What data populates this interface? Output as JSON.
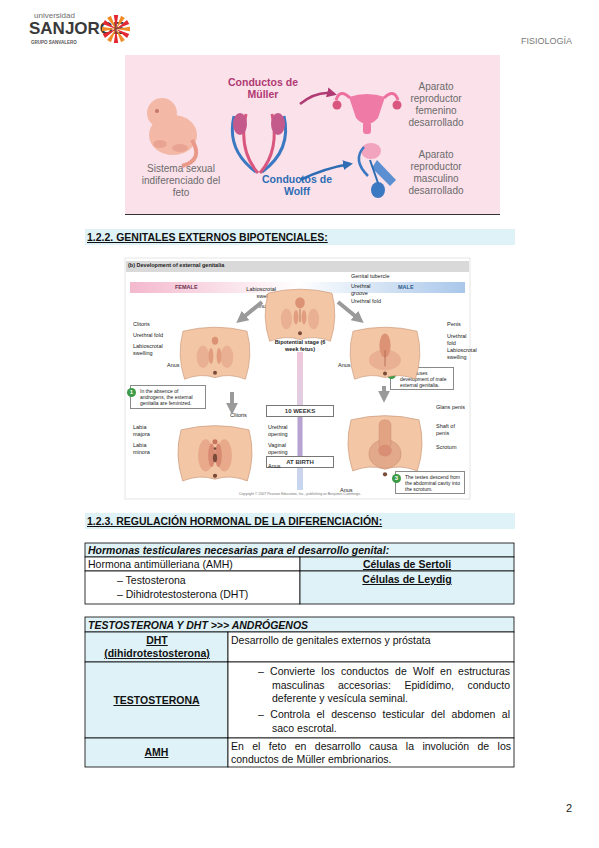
{
  "diagram": {
    "nodes": [
      {
        "text": [
          "Conductos de Müller",
          "Aparato reproductor femenino desarrollado",
          "Sistema sexual indiferenciado del feto",
          "Conductos de Wolff",
          "Aparato reproductor masculino desarrollado"
        ]
      },
      {
        "text": [
          "1.2.2. GENITALES EXTERNOS BIPOTENCIALES:"
        ]
      },
      {
        "text": [
          "1",
          "In the absence of androgens, the external genitalia are feminized."
        ]
      },
      {
        "text": [
          "2",
          "DHT causes development of male external genitalia."
        ]
      },
      {
        "text": [
          "10 WEEKS"
        ]
      },
      {
        "text": [
          "AT BIRTH"
        ]
      },
      {
        "text": [
          "3",
          "The testes descend from the abdominal cavity into the scrotum."
        ]
      },
      {
        "text": [
          "1.2.3. REGULACIÓN HORMONAL DE LA DIFERENCIACIÓN:"
        ]
      }
    ],
    "edges": [
      {
        "from": 4,
        "to": 5,
        "arrow": "none"
      }
    ],
    "labels": [
      "universidad",
      "SANJORGE",
      "GRUPO SANVALERO",
      "FISIOLOGÍA",
      "(b) Development of external genitalia",
      "FEMALE",
      "MALE",
      "Genital tubercle",
      "Urethral groove",
      "Urethral fold",
      "Labioscrotal swelling",
      "Anus",
      "Bipotential stage (6 week fetus)",
      "Clitoris",
      "Urethral fold",
      "Labioscrotal swelling",
      "Anus",
      "Penis",
      "Urethral fold",
      "Labioscrotal swelling",
      "Anus",
      "Clitoris",
      "Labia majora",
      "Labia minora",
      "Urethral opening",
      "Vaginal opening",
      "Anus",
      "Glans penis",
      "Shaft of penis",
      "Scrotum",
      "Anus",
      "Copyright © 2007 Pearson Education, Inc., publishing as Benjamin Cummings.",
      "Hormonas testiculares necesarias para el desarrollo genital:",
      "Hormona antimülleriana (AMH)",
      "Células de Sertoli",
      "– Testosterona",
      "– Dihidrotestosterona (DHT)",
      "Células de Leydig",
      "TESTOSTERONA Y DHT >>> ANDRÓGENOS",
      "DHT (dihidrotestosterona)",
      "Desarrollo de genitales externos y próstata",
      "TESTOSTERONA",
      "– Convierte los conductos de Wolf en estructuras masculinas accesorias: Epidídimo, conducto deferente y vesícula seminal.",
      "– Controla el descenso testicular del abdomen al saco escrotal.",
      "AMH",
      "En el feto en desarrollo causa la involución de los conductos de Müller embrionarios.",
      "2"
    ]
  }
}
